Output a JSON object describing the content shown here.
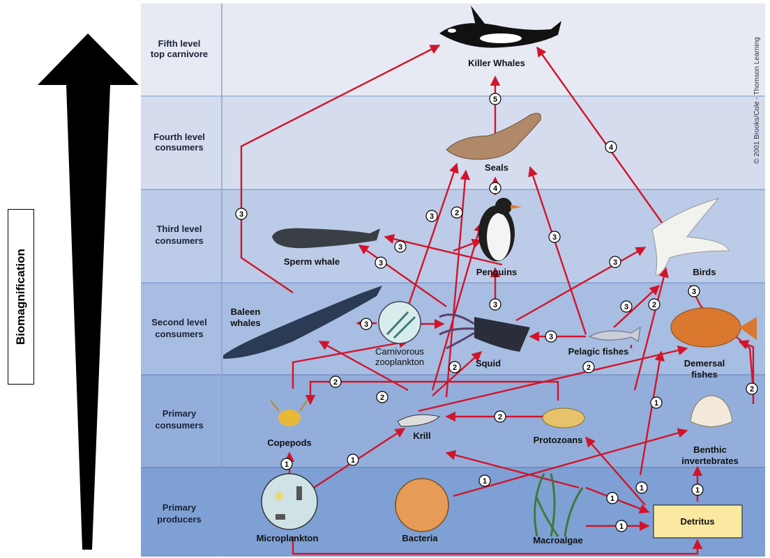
{
  "colors": {
    "band_fifth": "#e7eaf3",
    "band_fourth": "#d5dcee",
    "band_third": "#bccbe7",
    "band_second": "#a7bde1",
    "band_primary_consumers": "#93aedb",
    "band_producers": "#7ea0d4",
    "arrow_red": "#d2142a",
    "detritus_fill": "#fbe9a1",
    "big_arrow": "#000000"
  },
  "side_label": "Biomagnification",
  "copyright": "© 2001 Brooks/Cole - Thomson Learning",
  "levels": [
    {
      "id": "fifth",
      "line1": "Fifth level",
      "line2": "top carnivore"
    },
    {
      "id": "fourth",
      "line1": "Fourth level",
      "line2": "consumers"
    },
    {
      "id": "third",
      "line1": "Third level",
      "line2": "consumers"
    },
    {
      "id": "second",
      "line1": "Second level",
      "line2": "consumers"
    },
    {
      "id": "primary_consumers",
      "line1": "Primary",
      "line2": "consumers"
    },
    {
      "id": "producers",
      "line1": "Primary",
      "line2": "producers"
    }
  ],
  "organisms": {
    "killer_whales": "Killer Whales",
    "seals": "Seals",
    "penguins": "Penguins",
    "sperm_whale": "Sperm whale",
    "birds": "Birds",
    "baleen_whales_1": "Baleen",
    "baleen_whales_2": "whales",
    "carnivorous_zooplankton_1": "Carnivorous",
    "carnivorous_zooplankton_2": "zooplankton",
    "squid": "Squid",
    "pelagic_fishes": "Pelagic fishes",
    "demersal_fishes_1": "Demersal",
    "demersal_fishes_2": "fishes",
    "copepods": "Copepods",
    "krill": "Krill",
    "protozoans": "Protozoans",
    "benthic_invertebrates_1": "Benthic",
    "benthic_invertebrates_2": "invertebrates",
    "microplankton": "Microplankton",
    "bacteria": "Bacteria",
    "macroalgae": "Macroalgae",
    "detritus": "Detritus"
  },
  "link_labels": {
    "one": "1",
    "two": "2",
    "three": "3",
    "four": "4",
    "five": "5"
  }
}
